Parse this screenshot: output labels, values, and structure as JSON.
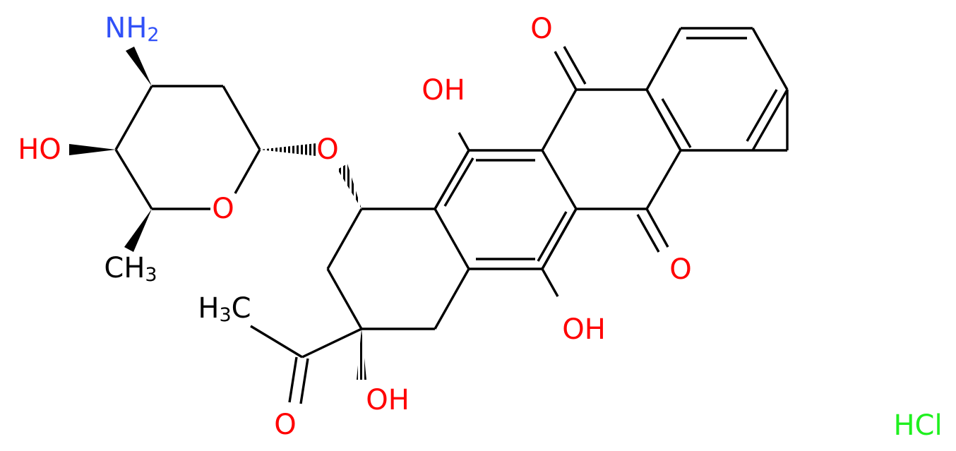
{
  "molecule": {
    "counterion": "HCl",
    "colors": {
      "bond": "#000000",
      "O": "#ff0000",
      "N": "#3050f8",
      "Cl": "#1ff01f",
      "C": "#000000"
    },
    "labels": {
      "nh2": {
        "main": "NH",
        "sub": "2"
      },
      "sugar_oh": "HO",
      "ring_o": "O",
      "sugar_ch3": {
        "main": "CH",
        "sub": "3"
      },
      "glycosidic_o": "O",
      "oh_top": "OH",
      "ketone_top": "O",
      "ketone_bottom": "O",
      "oh_mid": "OH",
      "oh_quaternary": "OH",
      "acetyl_ch3": {
        "main": "H",
        "sub": "3",
        "tail": "C"
      },
      "acetyl_o": "O"
    }
  }
}
